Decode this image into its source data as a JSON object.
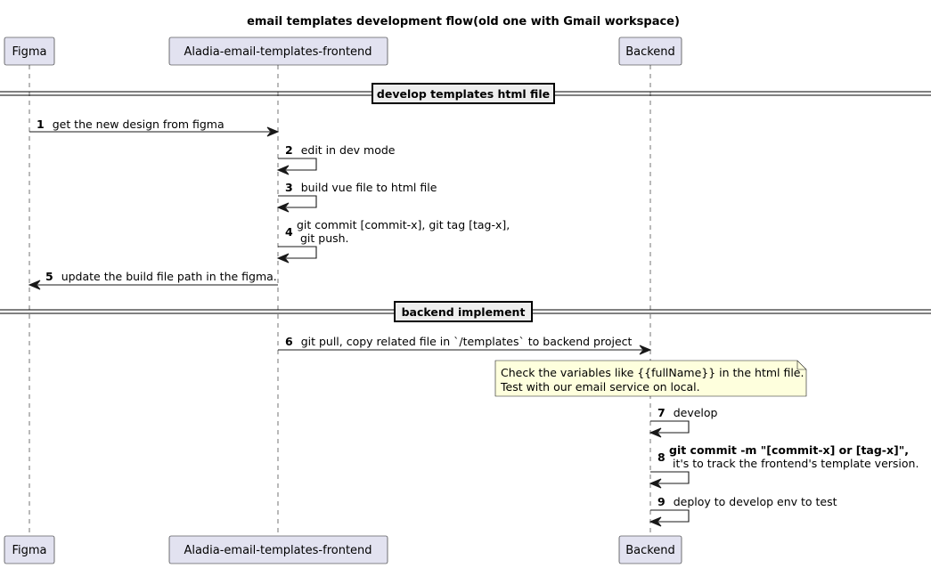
{
  "title": "email templates development flow(old one with Gmail workspace)",
  "participants": [
    {
      "id": "figma",
      "label": "Figma"
    },
    {
      "id": "frontend",
      "label": "Aladia-email-templates-frontend"
    },
    {
      "id": "backend",
      "label": "Backend"
    }
  ],
  "sections": [
    {
      "label": "develop templates html file"
    },
    {
      "label": "backend implement"
    }
  ],
  "messages": [
    {
      "num": "1",
      "from": "figma",
      "to": "frontend",
      "lines": [
        "get the new design from figma"
      ]
    },
    {
      "num": "2",
      "from": "frontend",
      "to": "frontend",
      "lines": [
        "edit in dev mode"
      ]
    },
    {
      "num": "3",
      "from": "frontend",
      "to": "frontend",
      "lines": [
        "build vue file to html file"
      ]
    },
    {
      "num": "4",
      "from": "frontend",
      "to": "frontend",
      "lines": [
        "git commit [commit-x], git tag [tag-x],",
        " git push."
      ]
    },
    {
      "num": "5",
      "from": "frontend",
      "to": "figma",
      "lines": [
        "update the build file path in the figma."
      ]
    },
    {
      "num": "6",
      "from": "frontend",
      "to": "backend",
      "lines": [
        "git pull, copy related file in `/templates` to backend project"
      ]
    },
    {
      "num": "7",
      "from": "backend",
      "to": "backend",
      "lines": [
        "develop"
      ]
    },
    {
      "num": "8",
      "from": "backend",
      "to": "backend",
      "lines": [
        "git commit -m \"[commit-x] or [tag-x]\",",
        " it's to track the frontend's template version."
      ],
      "bold_first_line": true
    },
    {
      "num": "9",
      "from": "backend",
      "to": "backend",
      "lines": [
        "deploy to develop env to test"
      ]
    }
  ],
  "note": {
    "over": "backend",
    "lines": [
      "Check the variables like {{fullName}} in the html file.",
      "Test with our email service on local."
    ]
  }
}
